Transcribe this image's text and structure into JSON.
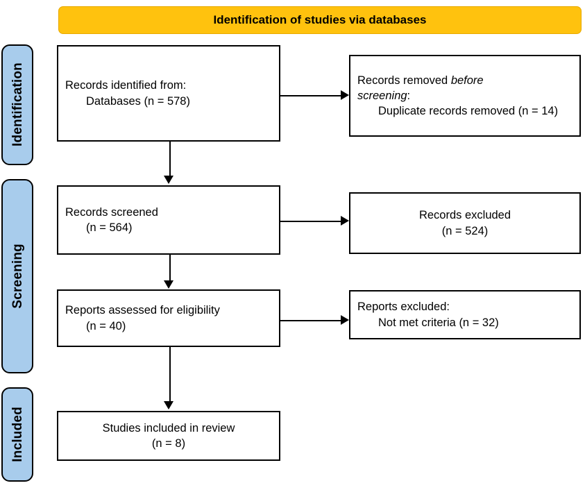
{
  "diagram": {
    "title": "Identification of studies via databases",
    "type": "PRISMA flow diagram",
    "colors": {
      "banner": "#FFC20E",
      "phase_bar": "#A8CCEC",
      "box_border": "#000000",
      "box_fill": "#FFFFFF",
      "text": "#000000"
    }
  },
  "phases": [
    {
      "label": "Identification"
    },
    {
      "label": "Screening"
    },
    {
      "label": "Included"
    }
  ],
  "boxes": {
    "identified": {
      "line1": "Records identified from:",
      "line2": "Databases (n = 578)"
    },
    "removed_before_screening": {
      "line1_prefix": "Records removed ",
      "line1_italic": "before",
      "line2_italic": "screening",
      "line2_suffix": ":",
      "line3": "Duplicate records removed (n = 14)"
    },
    "records_screened": {
      "line1": "Records screened",
      "line2": "(n = 564)"
    },
    "records_excluded": {
      "line1": "Records excluded",
      "line2": "(n = 524)"
    },
    "reports_assessed": {
      "line1": "Reports assessed for eligibility",
      "line2": "(n = 40)"
    },
    "reports_excluded": {
      "line1": "Reports excluded:",
      "line2": "Not met criteria (n = 32)"
    },
    "studies_included": {
      "line1": "Studies included in review",
      "line2": "(n = 8)"
    }
  },
  "counts": {
    "records_identified_databases": 578,
    "duplicate_records_removed": 14,
    "records_screened": 564,
    "records_excluded": 524,
    "reports_assessed_for_eligibility": 40,
    "reports_excluded_not_met_criteria": 32,
    "studies_included_in_review": 8
  }
}
